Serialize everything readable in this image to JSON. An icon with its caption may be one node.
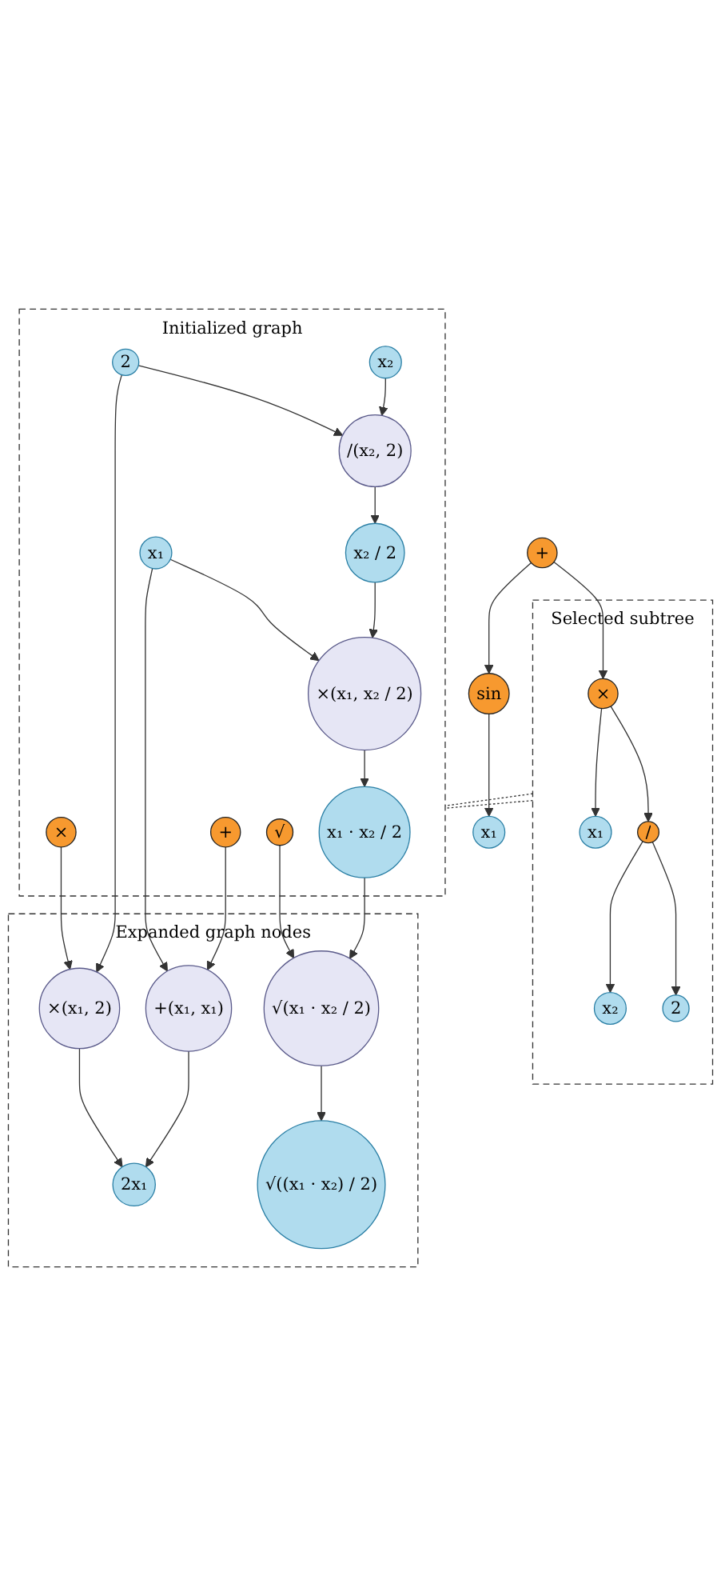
{
  "diagram": {
    "nodes": [
      {
        "text": [
          "+"
        ]
      },
      {
        "text": [
          "sin"
        ]
      },
      {
        "text": [
          "x₁"
        ]
      },
      {
        "text": [
          "Selected subtree"
        ]
      },
      {
        "text": [
          "×"
        ],
        "in": 3
      },
      {
        "text": [
          "x₁"
        ],
        "in": 3
      },
      {
        "text": [
          "/"
        ],
        "in": 3
      },
      {
        "text": [
          "x₂"
        ],
        "in": 3
      },
      {
        "text": [
          "2"
        ],
        "in": 3
      },
      {
        "text": [
          "Initialized graph"
        ]
      },
      {
        "text": [
          "+"
        ],
        "in": 9
      },
      {
        "text": [
          "×"
        ],
        "in": 9
      },
      {
        "text": [
          "√"
        ],
        "in": 9
      },
      {
        "text": [
          "x₁"
        ],
        "in": 9
      },
      {
        "text": [
          "2"
        ],
        "in": 9
      },
      {
        "text": [
          "x₂"
        ],
        "in": 9
      },
      {
        "text": [
          "×(x₁, x₂ / 2)"
        ],
        "in": 9
      },
      {
        "text": [
          "x₁ · x₂ / 2"
        ],
        "in": 9
      },
      {
        "text": [
          "/(x₂, 2)"
        ],
        "in": 9
      },
      {
        "text": [
          "x₂ / 2"
        ],
        "in": 9
      },
      {
        "text": [
          "Expanded graph nodes"
        ]
      },
      {
        "text": [
          "×(x₁, 2)"
        ],
        "in": 20
      },
      {
        "text": [
          "+(x₁, x₁)"
        ],
        "in": 20
      },
      {
        "text": [
          "√(x₁ · x₂ / 2)"
        ],
        "in": 20
      },
      {
        "text": [
          "2x₁"
        ],
        "in": 20
      },
      {
        "text": [
          "√((x₁ · x₂) / 2)"
        ],
        "in": 20
      }
    ],
    "edges": [
      {
        "from": 0,
        "to": 1,
        "arrow": "to"
      },
      {
        "from": 0,
        "to": 4,
        "arrow": "to"
      },
      {
        "from": 1,
        "to": 2,
        "arrow": "to"
      },
      {
        "from": 4,
        "to": 5,
        "arrow": "to"
      },
      {
        "from": 4,
        "to": 6,
        "arrow": "to"
      },
      {
        "from": 6,
        "to": 7,
        "arrow": "to"
      },
      {
        "from": 6,
        "to": 8,
        "arrow": "to"
      },
      {
        "from": 3,
        "to": 9,
        "arrow": "none",
        "style": "dashed"
      },
      {
        "from": 3,
        "to": 9,
        "arrow": "none",
        "style": "dashed"
      },
      {
        "from": 13,
        "to": 16,
        "arrow": "to"
      },
      {
        "from": 16,
        "to": 17,
        "arrow": "to"
      },
      {
        "from": 19,
        "to": 16,
        "arrow": "to"
      },
      {
        "from": 14,
        "to": 18,
        "arrow": "to"
      },
      {
        "from": 15,
        "to": 18,
        "arrow": "to"
      },
      {
        "from": 18,
        "to": 19,
        "arrow": "to"
      },
      {
        "from": 11,
        "to": 21,
        "arrow": "to"
      },
      {
        "from": 14,
        "to": 21,
        "arrow": "to"
      },
      {
        "from": 13,
        "to": 22,
        "arrow": "to"
      },
      {
        "from": 10,
        "to": 22,
        "arrow": "to"
      },
      {
        "from": 12,
        "to": 23,
        "arrow": "to"
      },
      {
        "from": 17,
        "to": 23,
        "arrow": "to"
      },
      {
        "from": 21,
        "to": 24,
        "arrow": "to"
      },
      {
        "from": 22,
        "to": 24,
        "arrow": "to"
      },
      {
        "from": 23,
        "to": 25,
        "arrow": "to"
      }
    ]
  }
}
